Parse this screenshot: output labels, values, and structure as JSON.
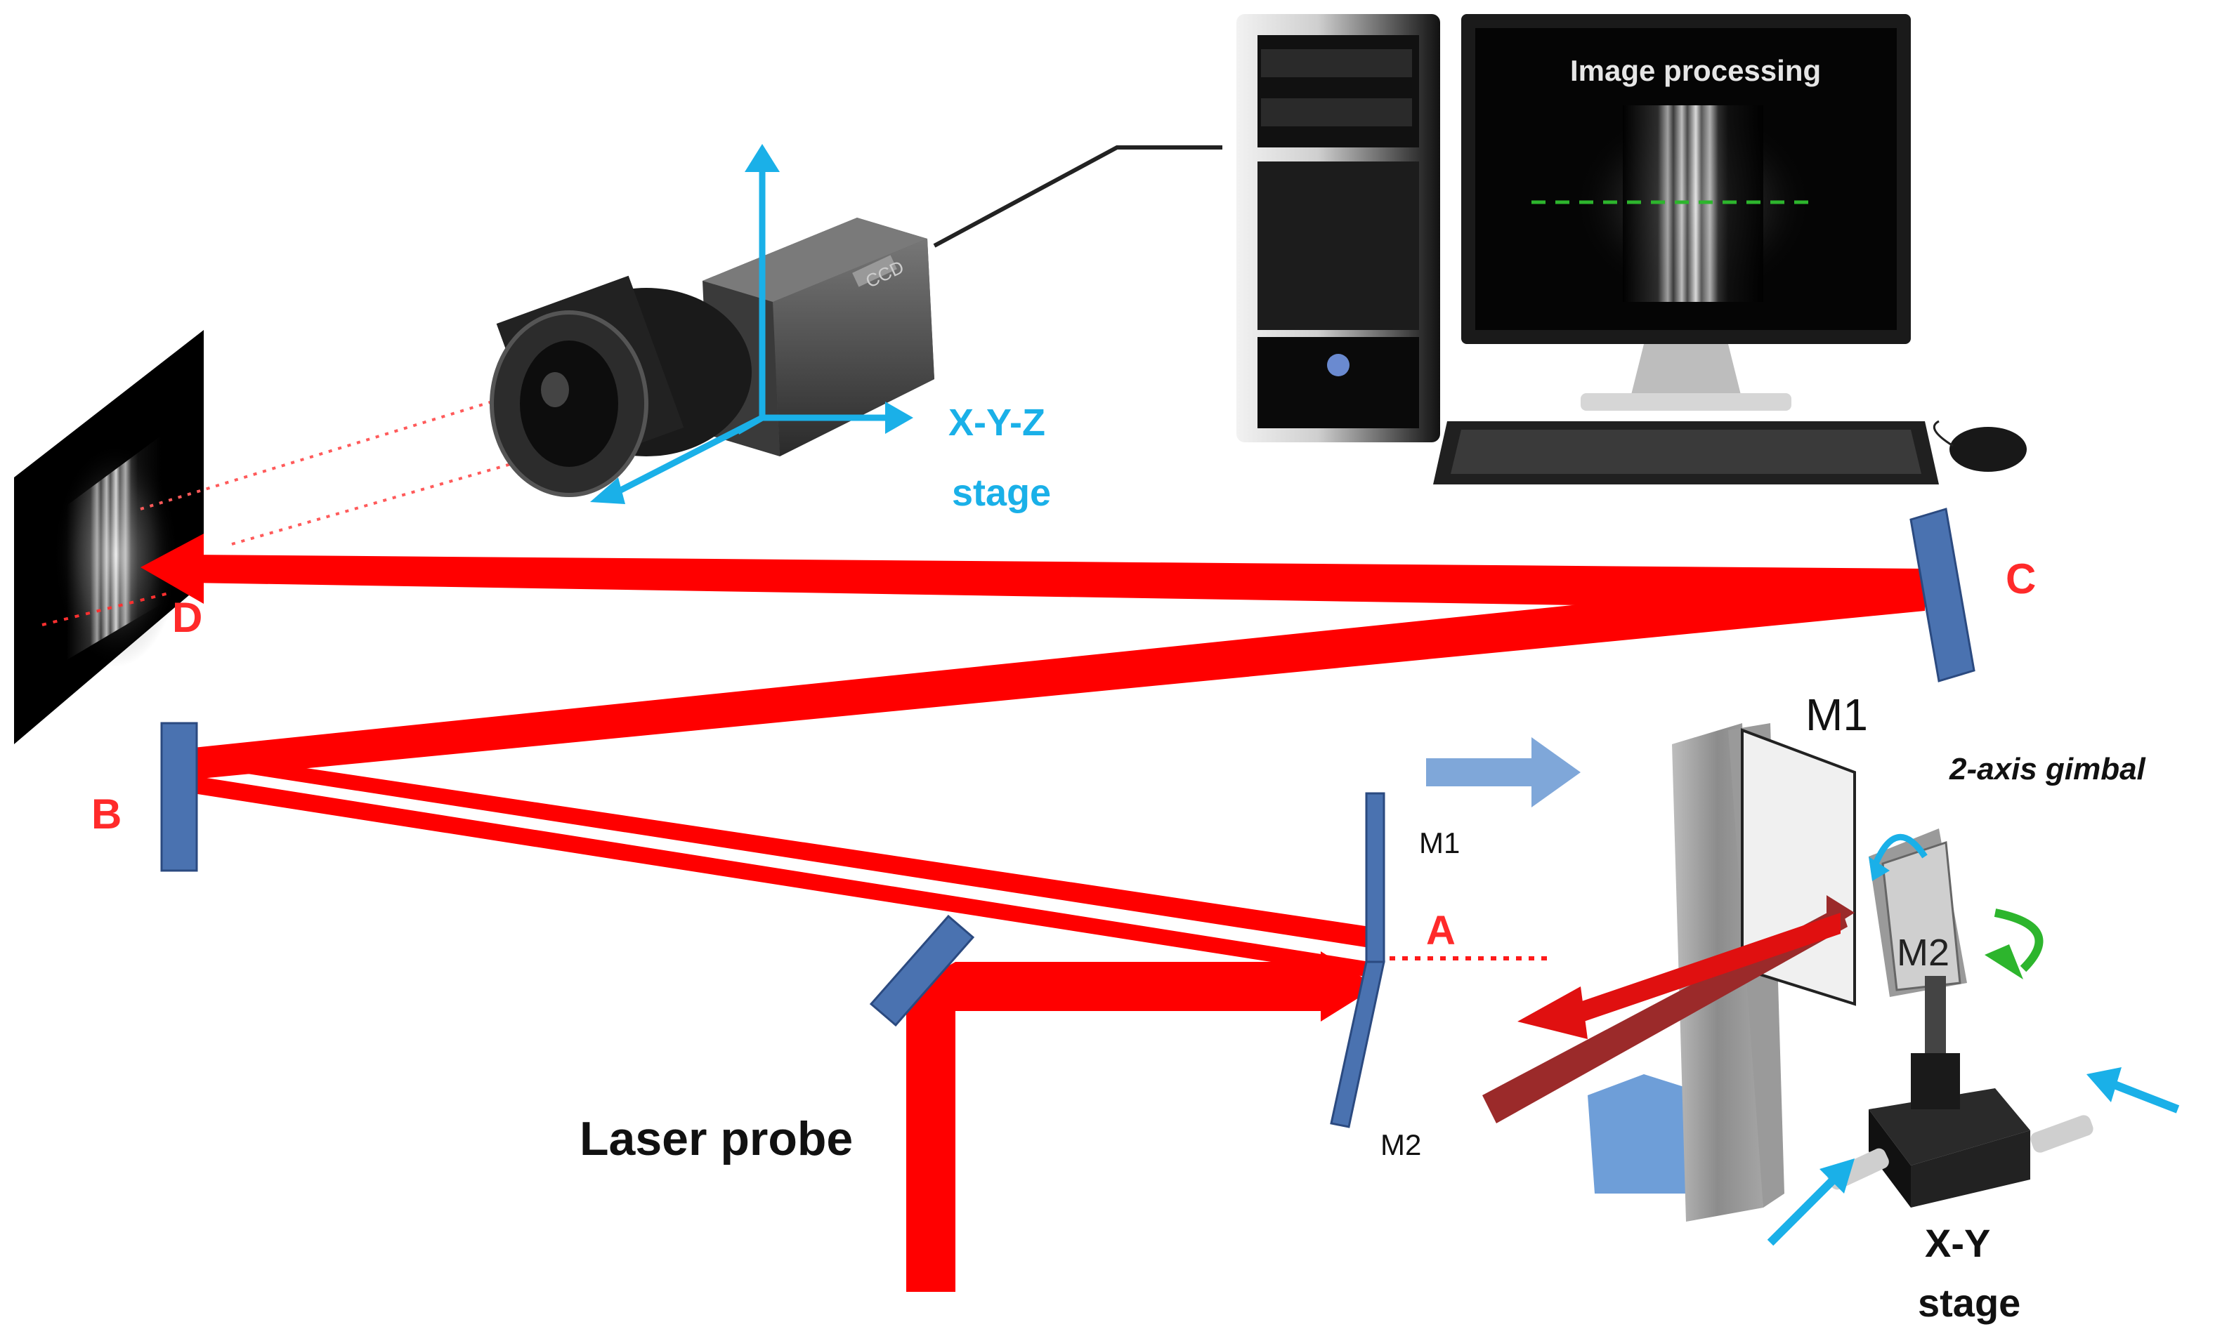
{
  "labels": {
    "xyz_stage_line1": "X-Y-Z",
    "xyz_stage_line2": "stage",
    "screen_title": "Image processing",
    "camera_badge": "CCD",
    "mirror_a": "A",
    "mirror_b": "B",
    "mirror_c": "C",
    "mirror_d": "D",
    "m1_small": "M1",
    "m2_small": "M2",
    "m1_large": "M1",
    "m2_large": "M2",
    "gimbal": "2-axis gimbal",
    "laser_probe": "Laser probe",
    "xy_stage_line1": "X-Y",
    "xy_stage_line2": "stage"
  },
  "colors": {
    "laser_red": "#ff0000",
    "dark_red": "#9b2a2a",
    "mirror_blue": "#4a72b0",
    "cyan_axis": "#1ab0e8",
    "arrow_blue": "#7fa7d9",
    "green_arrow": "#2db52d",
    "monitor_screen": "#050505"
  },
  "icons": {
    "camera": "ccd-camera-icon",
    "computer": "desktop-computer-icon",
    "keyboard": "keyboard-icon",
    "mouse": "mouse-icon",
    "gimbal": "gimbal-mount-icon",
    "xy_stage": "xy-translation-stage-icon"
  }
}
